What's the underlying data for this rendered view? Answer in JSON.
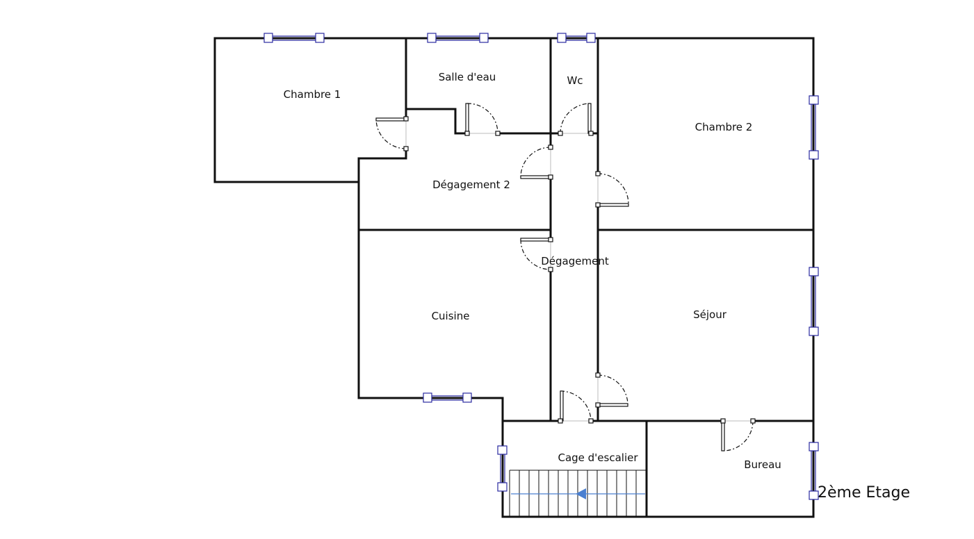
{
  "plan": {
    "level_label": "2ème Etage",
    "rooms": {
      "chambre1": "Chambre 1",
      "salle_eau": "Salle d'eau",
      "wc": "Wc",
      "chambre2": "Chambre 2",
      "degagement2": "Dégagement 2",
      "degagement": "Dégagement",
      "cuisine": "Cuisine",
      "sejour": "Séjour",
      "cage": "Cage d'escalier",
      "bureau": "Bureau"
    },
    "colors": {
      "wall": "#111111",
      "window": "#2a2aa0",
      "stair_arrow": "#4a7fd0"
    }
  }
}
